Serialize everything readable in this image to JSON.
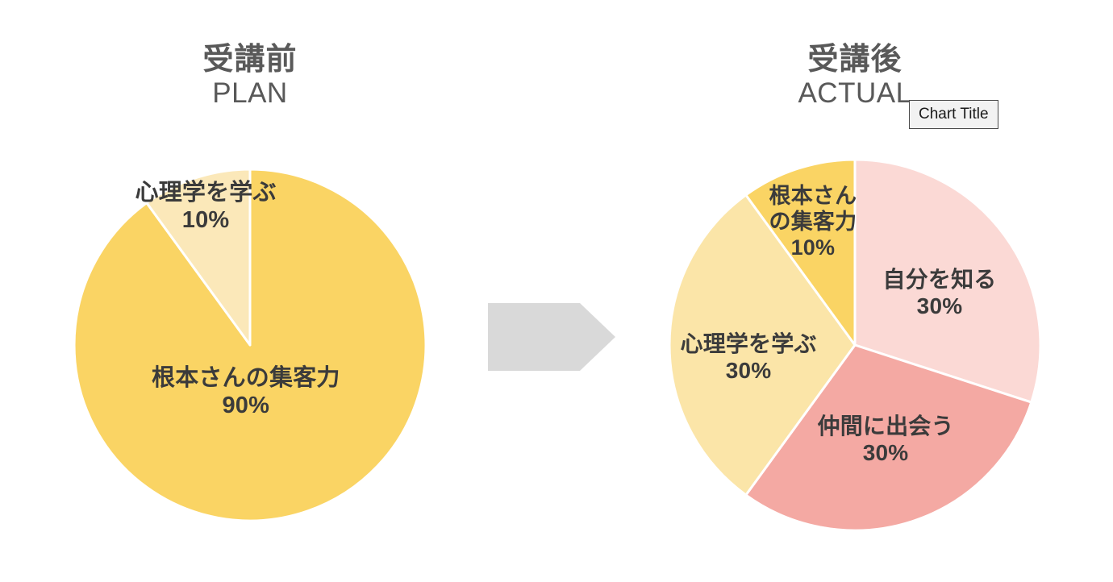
{
  "page": {
    "background": "#ffffff",
    "text_color": "#3b3b3b",
    "title_color": "#595959"
  },
  "left_panel": {
    "title_jp": "受講前",
    "title_en": "PLAN"
  },
  "right_panel": {
    "title_jp": "受講後",
    "title_en": "ACTUAL"
  },
  "chart_title_box": {
    "label": "Chart Title",
    "background": "#f2f2f2",
    "border_color": "#4a4a4a"
  },
  "arrow": {
    "name": "right-chevron-arrow",
    "color": "#d9d9d9"
  },
  "chart_data": [
    {
      "type": "pie",
      "title": "受講前 PLAN",
      "id": "plan",
      "legend": "none",
      "labels_inside": true,
      "center": [
        310,
        428
      ],
      "radius": 218,
      "start_angle_deg": 0,
      "direction": "clockwise",
      "categories": [
        "根本さんの集客力",
        "心理学を学ぶ"
      ],
      "values": [
        90,
        10
      ],
      "value_labels": [
        "90%",
        "10%"
      ],
      "colors": [
        "#fad464",
        "#fbe8b9"
      ],
      "slices": [
        {
          "label": "根本さんの集客力",
          "value": 90,
          "value_label": "90%",
          "color": "#fad464",
          "label_lines": [
            "根本さんの集客力"
          ],
          "label_x": 305,
          "label_y": 452,
          "font_size": 29
        },
        {
          "label": "心理学を学ぶ",
          "value": 10,
          "value_label": "10%",
          "color": "#fbe8b9",
          "label_lines": [
            "心理学を学ぶ"
          ],
          "label_x": 255,
          "label_y": 222,
          "font_size": 29
        }
      ]
    },
    {
      "type": "pie",
      "title": "受講後 ACTUAL",
      "id": "actual",
      "legend": "none",
      "labels_inside": true,
      "center": [
        1060,
        428
      ],
      "radius": 230,
      "start_angle_deg": 0,
      "direction": "clockwise",
      "categories": [
        "自分を知る",
        "仲間に出会う",
        "心理学を学ぶ",
        "根本さんの集客力"
      ],
      "values": [
        30,
        30,
        30,
        10
      ],
      "value_labels": [
        "30%",
        "30%",
        "30%",
        "10%"
      ],
      "colors": [
        "#fbd9d5",
        "#f4a9a3",
        "#fbe5a8",
        "#fad464"
      ],
      "slices": [
        {
          "label": "自分を知る",
          "value": 30,
          "value_label": "30%",
          "color": "#fbd9d5",
          "label_lines": [
            "自分を知る"
          ],
          "label_x": 1165,
          "label_y": 330,
          "font_size": 28
        },
        {
          "label": "仲間に出会う",
          "value": 30,
          "value_label": "30%",
          "color": "#f4a9a3",
          "label_lines": [
            "仲間に出会う"
          ],
          "label_x": 1098,
          "label_y": 512,
          "font_size": 28
        },
        {
          "label": "心理学を学ぶ",
          "value": 30,
          "value_label": "30%",
          "color": "#fbe5a8",
          "label_lines": [
            "心理学を学ぶ"
          ],
          "label_x": 928,
          "label_y": 410,
          "font_size": 28
        },
        {
          "label": "根本さんの集客力",
          "value": 10,
          "value_label": "10%",
          "color": "#fad464",
          "label_lines": [
            "根本さん",
            "の集客力"
          ],
          "label_x": 1008,
          "label_y": 228,
          "font_size": 27
        }
      ]
    }
  ]
}
